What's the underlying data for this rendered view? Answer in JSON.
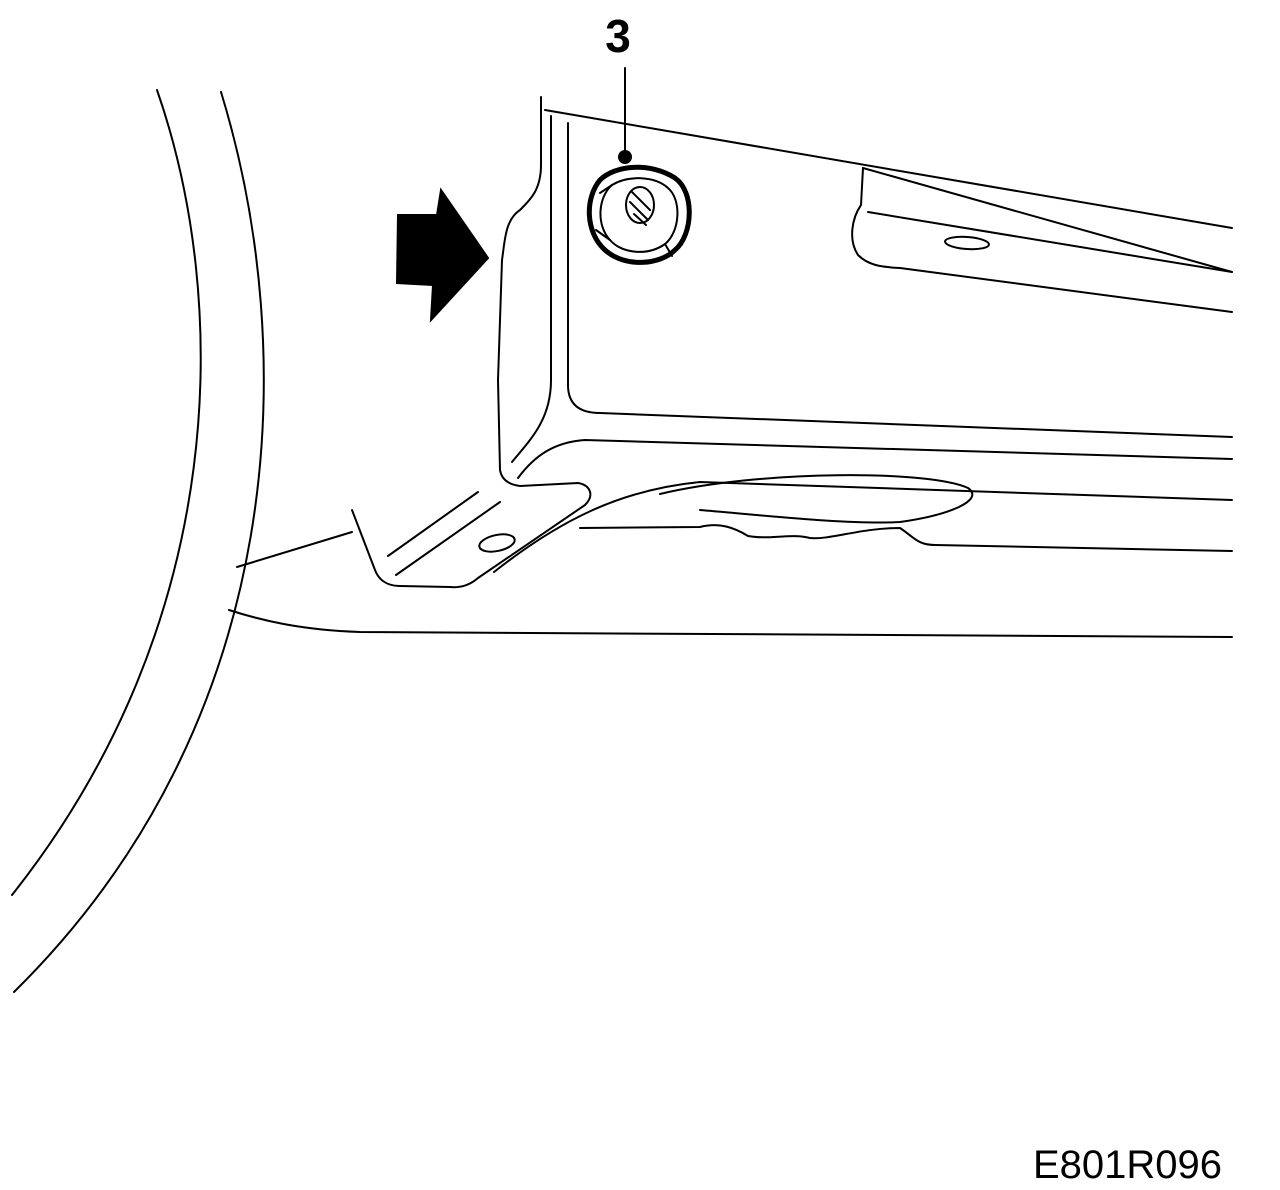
{
  "diagram": {
    "callouts": [
      {
        "number": "3",
        "target": "weld-nut"
      }
    ],
    "figure_code": "E801R096",
    "colors": {
      "line": "#000000",
      "background": "#ffffff"
    }
  }
}
